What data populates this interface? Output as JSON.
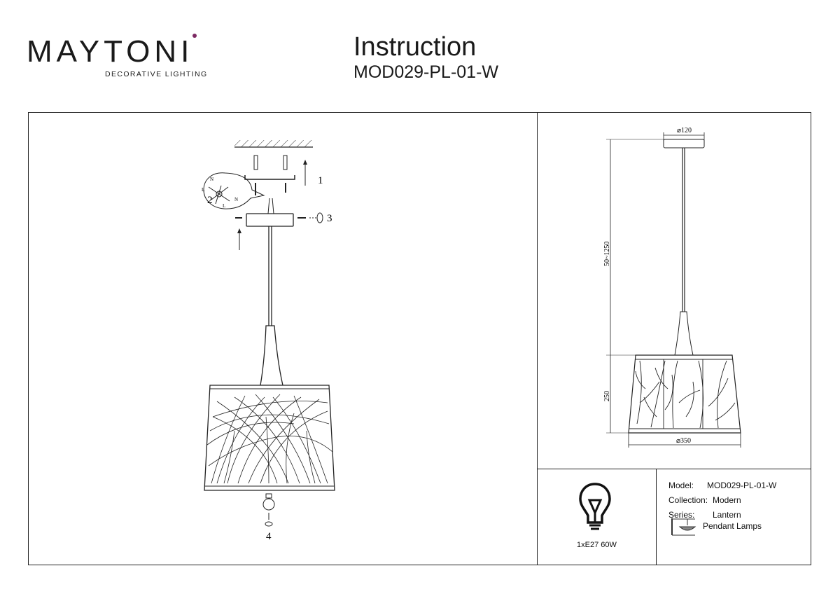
{
  "brand": {
    "name": "MAYTONI",
    "tagline": "DECORATIVE LIGHTING",
    "accent_color": "#7d2a63"
  },
  "header": {
    "title": "Instruction",
    "model_code": "MOD029-PL-01-W"
  },
  "assembly": {
    "steps": [
      "1",
      "2",
      "3",
      "4"
    ],
    "wire_labels": [
      "N",
      "L",
      "N",
      "L"
    ]
  },
  "dimensions": {
    "canopy_diameter": "⌀120",
    "height_range": "50~1250",
    "shade_height": "250",
    "shade_diameter": "⌀350"
  },
  "bulb": {
    "spec": "1xE27 60W",
    "icon": "light-bulb-icon"
  },
  "specs": {
    "model_label": "Model:",
    "model_value": "MOD029-PL-01-W",
    "collection_label": "Collection:",
    "collection_value": "Modern",
    "series_label": "Series:",
    "series_value": "Lantern",
    "type_value": "Pendant Lamps",
    "type_icon": "pendant-lamp-icon"
  }
}
